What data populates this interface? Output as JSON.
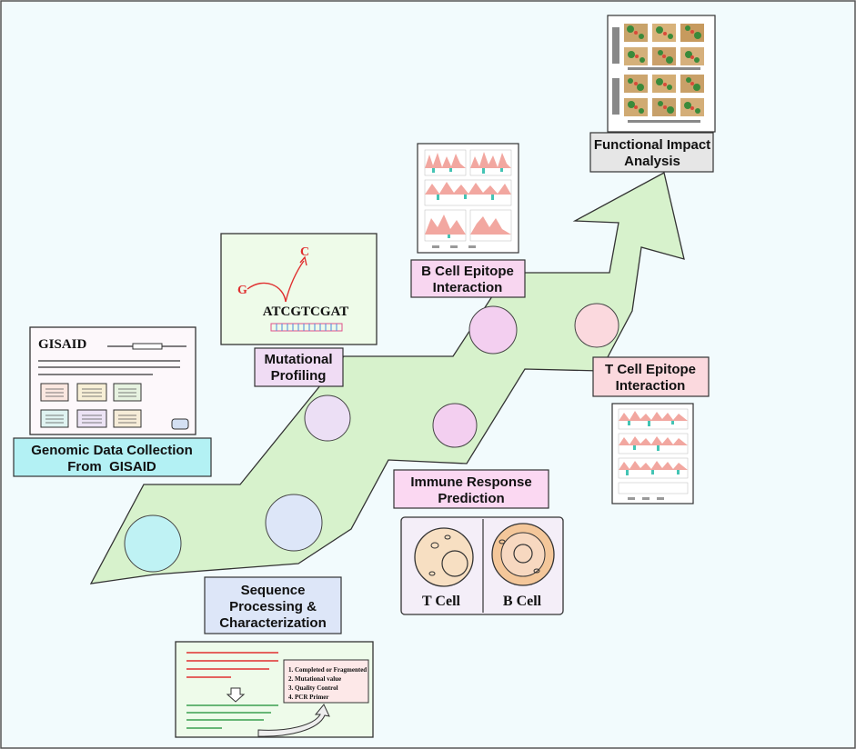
{
  "stages": {
    "genomic": {
      "line1": "Genomic Data Collection",
      "line2": "From  GISAID"
    },
    "sequence": {
      "line1": "Sequence",
      "line2": "Processing &",
      "line3": "Characterization"
    },
    "mutational": {
      "line1": "Mutational",
      "line2": "Profiling"
    },
    "immune": {
      "line1": "Immune Response",
      "line2": "Prediction"
    },
    "bcell_epitope": {
      "line1": "B Cell Epitope",
      "line2": "Interaction"
    },
    "tcell_epitope": {
      "line1": "T Cell Epitope",
      "line2": "Interaction"
    },
    "functional": {
      "line1": "Functional Impact",
      "line2": "Analysis"
    }
  },
  "gisaid_card": {
    "title": "GISAID"
  },
  "mutation_card": {
    "sequence": "ATCGTCGAT",
    "from_base": "G",
    "to_base": "C"
  },
  "sequence_card": {
    "steps": [
      "1. Completed or Fragmented",
      "2. Mutational value",
      "3. Quality Control",
      "4. PCR Primer"
    ]
  },
  "cells": {
    "t_cell": "T Cell",
    "b_cell": "B Cell"
  },
  "colors": {
    "path_fill": "#d7f2cc",
    "gisaid_label": "#b3f1f4",
    "sequence_label": "#dde6f8",
    "mutational_label": "#f0dcf4",
    "immune_label": "#fbd8f2",
    "bcell_label": "#f8d6f0",
    "tcell_label": "#fbd9de",
    "functional_label": "#e6e6e6",
    "red": "#e03030"
  }
}
